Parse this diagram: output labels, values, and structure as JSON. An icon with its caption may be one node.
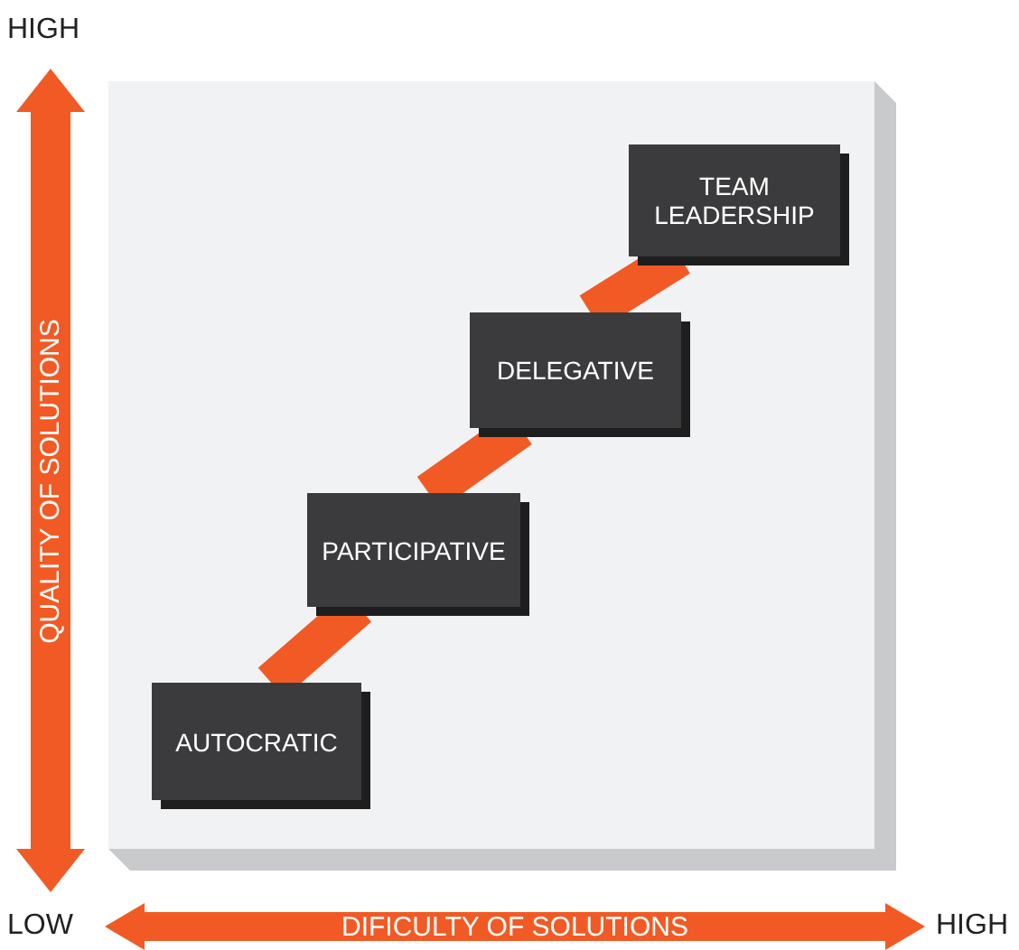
{
  "diagram": {
    "nodes": [
      {
        "text": [
          "AUTOCRATIC"
        ]
      },
      {
        "text": [
          "PARTICIPATIVE"
        ]
      },
      {
        "text": [
          "DELEGATIVE"
        ]
      },
      {
        "text": [
          "TEAM LEADERSHIP"
        ]
      }
    ],
    "edges": [
      {
        "from": 0,
        "to": 1,
        "arrow": "none"
      },
      {
        "from": 1,
        "to": 2,
        "arrow": "none"
      },
      {
        "from": 2,
        "to": 3,
        "arrow": "none"
      }
    ],
    "labels": [
      "HIGH",
      "QUALITY OF SOLUTIONS",
      "LOW",
      "DIFICULTY OF SOLUTIONS",
      "HIGH"
    ]
  }
}
